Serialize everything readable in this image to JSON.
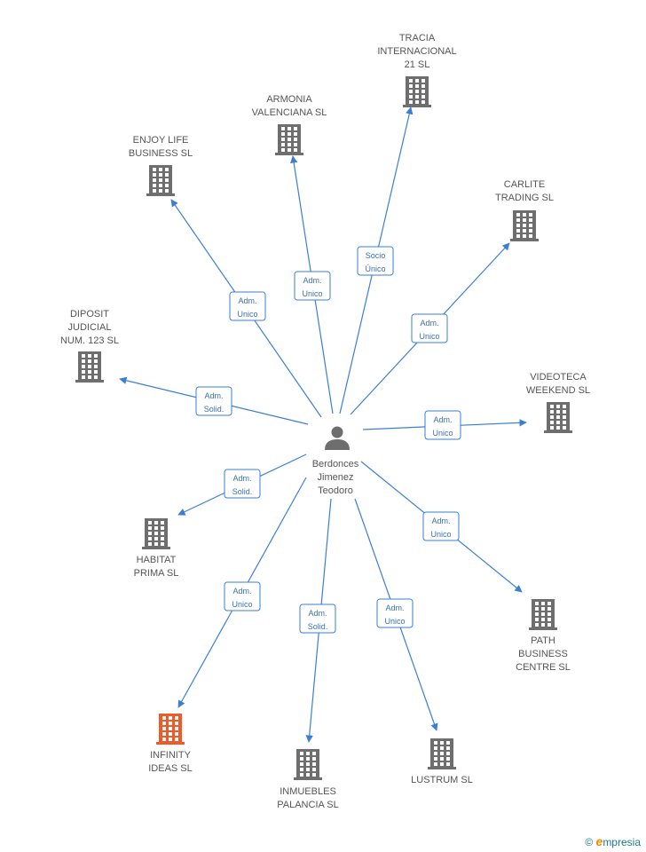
{
  "colors": {
    "edge": "#3a7fd5",
    "building_gray": "#6e6e6e",
    "building_highlight": "#f05a28",
    "person": "#6e6e6e",
    "label_text": "#555555",
    "edge_label_text": "#3a6fb0",
    "edge_label_border": "#3a7fd5"
  },
  "center": {
    "name_lines": [
      "Berdonces",
      "Jimenez",
      "Teodoro"
    ],
    "icon": "person-icon"
  },
  "nodes": [
    {
      "id": "tracia",
      "lines": [
        "TRACIA",
        "INTERNACIONAL",
        "21 SL"
      ],
      "relation": [
        "Socio",
        "Único"
      ],
      "icon": "building-icon",
      "highlight": false
    },
    {
      "id": "armonia",
      "lines": [
        "ARMONIA",
        "VALENCIANA SL"
      ],
      "relation": [
        "Adm.",
        "Unico"
      ],
      "icon": "building-icon",
      "highlight": false
    },
    {
      "id": "enjoy",
      "lines": [
        "ENJOY LIFE",
        "BUSINESS SL"
      ],
      "relation": [
        "Adm.",
        "Unico"
      ],
      "icon": "building-icon",
      "highlight": false
    },
    {
      "id": "carlite",
      "lines": [
        "CARLITE",
        "TRADING SL"
      ],
      "relation": [
        "Adm.",
        "Unico"
      ],
      "icon": "building-icon",
      "highlight": false
    },
    {
      "id": "diposit",
      "lines": [
        "DIPOSIT",
        "JUDICIAL",
        "NUM. 123 SL"
      ],
      "relation": [
        "Adm.",
        "Solid."
      ],
      "icon": "building-icon",
      "highlight": false
    },
    {
      "id": "videoteca",
      "lines": [
        "VIDEOTECA",
        "WEEKEND SL"
      ],
      "relation": [
        "Adm.",
        "Unico"
      ],
      "icon": "building-icon",
      "highlight": false
    },
    {
      "id": "habitat",
      "lines": [
        "HABITAT",
        "PRIMA SL"
      ],
      "relation": [
        "Adm.",
        "Solid."
      ],
      "icon": "building-icon",
      "highlight": false
    },
    {
      "id": "path",
      "lines": [
        "PATH",
        "BUSINESS",
        "CENTRE SL"
      ],
      "relation": [
        "Adm.",
        "Unico"
      ],
      "icon": "building-icon",
      "highlight": false
    },
    {
      "id": "infinity",
      "lines": [
        "INFINITY",
        "IDEAS SL"
      ],
      "relation": [
        "Adm.",
        "Unico"
      ],
      "icon": "building-icon",
      "highlight": true
    },
    {
      "id": "inmuebles",
      "lines": [
        "INMUEBLES",
        "PALANCIA SL"
      ],
      "relation": [
        "Adm.",
        "Solid."
      ],
      "icon": "building-icon",
      "highlight": false
    },
    {
      "id": "lustrum",
      "lines": [
        "LUSTRUM SL"
      ],
      "relation": [
        "Adm.",
        "Unico"
      ],
      "icon": "building-icon",
      "highlight": false
    }
  ],
  "footer": {
    "copyright_symbol": "©",
    "brand_initial": "e",
    "brand_rest": "mpresia"
  }
}
